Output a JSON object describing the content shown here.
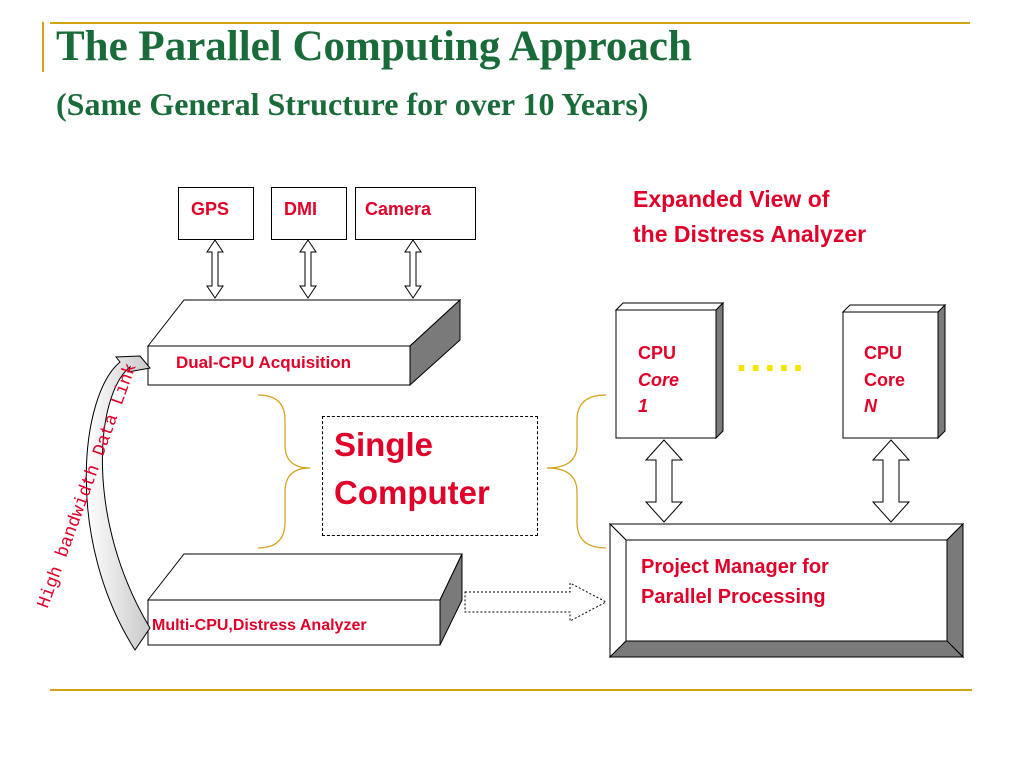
{
  "slide": {
    "title": "The Parallel Computing Approach",
    "subtitle": "(Same General Structure for over 10 Years)"
  },
  "sensors": [
    "GPS",
    "DMI",
    "Camera"
  ],
  "acquisition_label": "Dual-CPU Acquisition",
  "analyzer_label": "Multi-CPU,Distress Analyzer",
  "single_computer": {
    "line1": "Single",
    "line2": "Computer"
  },
  "data_link_label": "High bandwidth Data Link",
  "expanded_view": {
    "line1": "Expanded View of",
    "line2": "the Distress Analyzer"
  },
  "cpu_core_1": {
    "line1": "CPU",
    "line2": "Core",
    "line3": "1"
  },
  "cpu_core_n": {
    "line1": "CPU",
    "line2": "Core",
    "line3": "N"
  },
  "ellipsis": ".....",
  "project_manager": {
    "line1": "Project Manager for",
    "line2": "Parallel Processing"
  },
  "colors": {
    "title": "#1a6b3a",
    "accent_red": "#e0002a",
    "rule_gold": "#d4a017",
    "dots_yellow": "#f5e400"
  }
}
